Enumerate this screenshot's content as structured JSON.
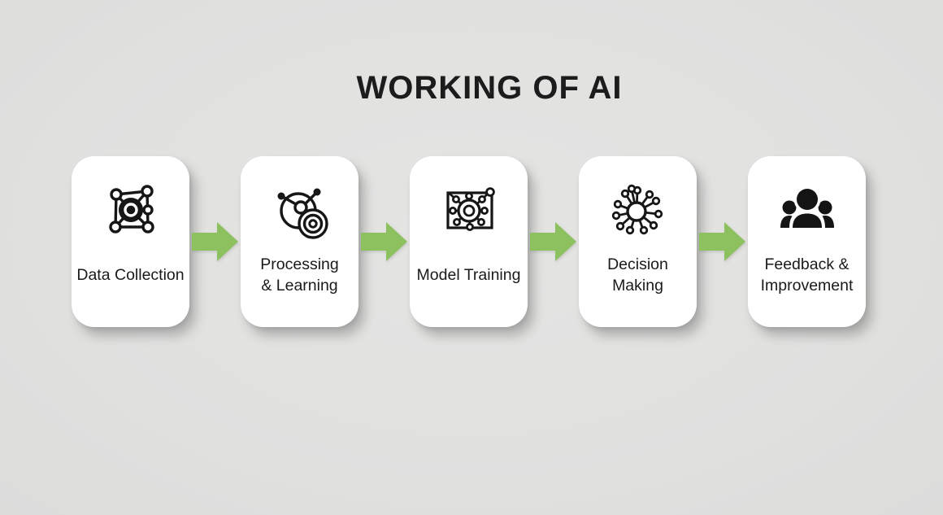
{
  "title": "WORKING OF AI",
  "steps": [
    {
      "label": "Data Collection",
      "icon": "network-nodes-icon"
    },
    {
      "label": "Processing\n& Learning",
      "icon": "orbit-target-icon"
    },
    {
      "label": "Model Training",
      "icon": "neural-network-icon"
    },
    {
      "label": "Decision Making",
      "icon": "decision-burst-icon"
    },
    {
      "label": "Feedback &\nImprovement",
      "icon": "people-group-icon"
    }
  ],
  "arrow": {
    "direction": "right",
    "color": "#8dc05e"
  },
  "colors": {
    "background": "#e1e1e0",
    "card": "#ffffff",
    "icon": "#161616",
    "text": "#1a1a1a",
    "title": "#1c1c1c",
    "arrow": "#8dc05e"
  }
}
